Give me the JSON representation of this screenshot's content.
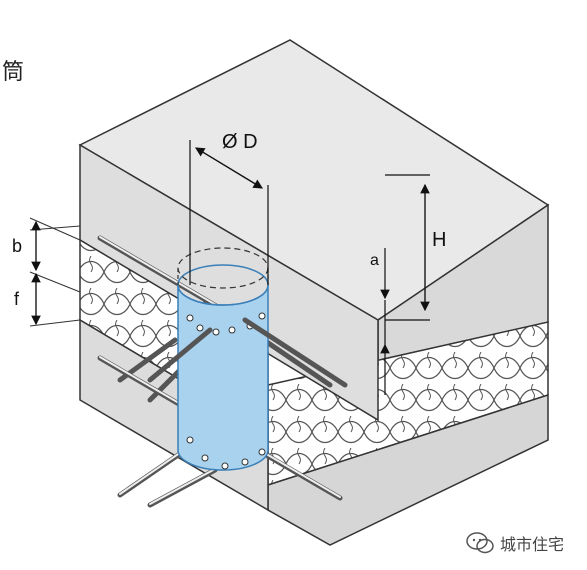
{
  "header_chars": [
    "筒"
  ],
  "labels": {
    "diameter": "Ø D",
    "height": "H",
    "clearance": "a",
    "face_layer": "b",
    "insulation_layer": "f"
  },
  "watermark": {
    "text": "城市住宅",
    "icon": "wechat-icon"
  },
  "colors": {
    "cylinder_fill": "#a9d2ee",
    "cylinder_stroke": "#3a7fb8",
    "slab_fill": "#dcdcdc",
    "slab_top": "#e7e7e7",
    "slab_side": "#cfcfcf",
    "outline": "#333333"
  }
}
